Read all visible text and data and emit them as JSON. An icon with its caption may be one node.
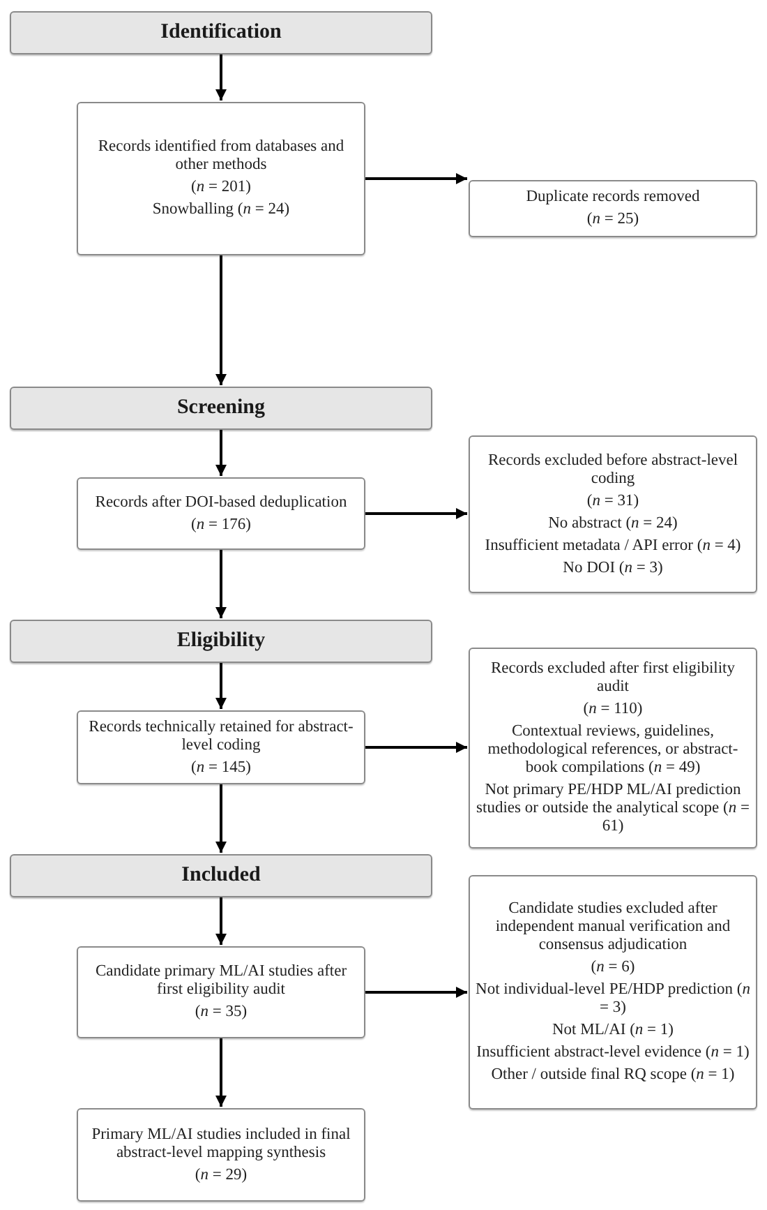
{
  "diagram": {
    "nodes": [
      {
        "text": [
          "Identification"
        ]
      },
      {
        "text": [
          "Records identified from databases and other methods",
          "(*n* = 201)",
          "Snowballing (*n* = 24)"
        ]
      },
      {
        "text": [
          "Duplicate records removed",
          "(*n* = 25)"
        ]
      },
      {
        "text": [
          "Screening"
        ]
      },
      {
        "text": [
          "Records after DOI-based deduplication",
          "(*n* = 176)"
        ]
      },
      {
        "text": [
          "Records excluded before abstract-level coding",
          "(*n* = 31)",
          "No abstract (*n* = 24)",
          "Insufficient metadata / API error (*n* = 4)",
          "No DOI (*n* = 3)"
        ]
      },
      {
        "text": [
          "Eligibility"
        ]
      },
      {
        "text": [
          "Records technically retained for abstract-level coding",
          "(*n* = 145)"
        ]
      },
      {
        "text": [
          "Records excluded after first eligibility audit",
          "(*n* = 110)",
          "Contextual reviews, guidelines, methodological references, or abstract-book compilations (*n* = 49)",
          "Not primary PE/HDP ML/AI prediction studies or outside the analytical scope (*n* = 61)"
        ]
      },
      {
        "text": [
          "Included"
        ]
      },
      {
        "text": [
          "Candidate primary ML/AI studies after first eligibility audit",
          "(*n* = 35)"
        ]
      },
      {
        "text": [
          "Candidate studies excluded after independent manual verification and consensus adjudication",
          "(*n* = 6)",
          "Not individual-level PE/HDP prediction (*n* = 3)",
          "Not ML/AI (*n* = 1)",
          "Insufficient abstract-level evidence (*n* = 1)",
          "Other / outside final RQ scope (*n* = 1)"
        ]
      },
      {
        "text": [
          "Primary ML/AI studies included in final abstract-level mapping synthesis",
          "(*n* = 29)"
        ]
      }
    ],
    "edges": [
      {
        "from": 0,
        "to": 1,
        "arrow": "to"
      },
      {
        "from": 1,
        "to": 2,
        "arrow": "to"
      },
      {
        "from": 1,
        "to": 3,
        "arrow": "to"
      },
      {
        "from": 3,
        "to": 4,
        "arrow": "to"
      },
      {
        "from": 4,
        "to": 5,
        "arrow": "to"
      },
      {
        "from": 4,
        "to": 6,
        "arrow": "to"
      },
      {
        "from": 6,
        "to": 7,
        "arrow": "to"
      },
      {
        "from": 7,
        "to": 8,
        "arrow": "to"
      },
      {
        "from": 7,
        "to": 9,
        "arrow": "to"
      },
      {
        "from": 9,
        "to": 10,
        "arrow": "to"
      },
      {
        "from": 10,
        "to": 11,
        "arrow": "to"
      },
      {
        "from": 10,
        "to": 12,
        "arrow": "to"
      }
    ]
  }
}
